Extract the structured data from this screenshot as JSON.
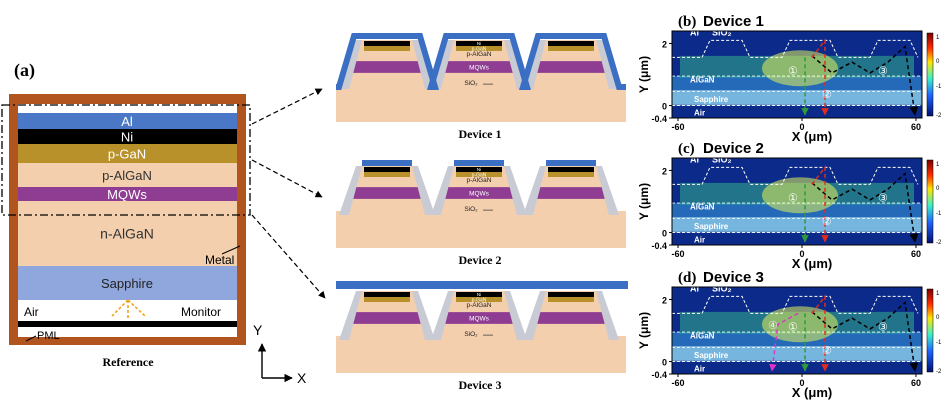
{
  "panel_a": {
    "tag": "(a)",
    "layers": [
      {
        "label": "Al",
        "color": "#4a78c6",
        "text_color": "#ffffff"
      },
      {
        "label": "Ni",
        "color": "#000000",
        "text_color": "#ffffff"
      },
      {
        "label": "p-GaN",
        "color": "#b8912b",
        "text_color": "#ffffff"
      },
      {
        "label": "p-AlGaN",
        "color": "#f3cfae",
        "text_color": "#333333"
      },
      {
        "label": "MQWs",
        "color": "#8e3d92",
        "text_color": "#ffffff"
      },
      {
        "label": "n-AlGaN",
        "color": "#f3cfae",
        "text_color": "#333333"
      },
      {
        "label": "Sapphire",
        "color": "#8fa7dc",
        "text_color": "#222222"
      }
    ],
    "metal_label": "Metal",
    "air_label": "Air",
    "monitor_label": "Monitor",
    "pml_label": "PML",
    "caption": "Reference",
    "axis_y": "Y",
    "axis_x": "X"
  },
  "devices": [
    {
      "caption": "Device 1",
      "al": "Al",
      "ni": "Ni",
      "pgan": "p-GaN",
      "palgan": "p-AlGaN",
      "mqws": "MQWs",
      "sio2": "SiO₂"
    },
    {
      "caption": "Device 2",
      "al": "Al",
      "ni": "Ni",
      "pgan": "p-GaN",
      "palgan": "p-AlGaN",
      "mqws": "MQWs",
      "sio2": "SiO₂"
    },
    {
      "caption": "Device 3",
      "al": "Al",
      "ni": "Ni",
      "pgan": "p-GaN",
      "palgan": "p-AlGaN",
      "mqws": "MQWs",
      "sio2": "SiO₂"
    }
  ],
  "field_maps": [
    {
      "tag": "(b)",
      "title": "Device 1",
      "mark_4": ""
    },
    {
      "tag": "(c)",
      "title": "Device 2",
      "mark_4": ""
    },
    {
      "tag": "(d)",
      "title": "Device 3",
      "mark_4": "④"
    }
  ],
  "field_common": {
    "ylabel": "Y (μm)",
    "xlabel": "X (μm)",
    "xticks": [
      "-60",
      "0",
      "60"
    ],
    "yticks": [
      "2",
      "0",
      "-0.4"
    ],
    "colorbar_ticks": [
      "1",
      "0",
      "-1",
      "-2"
    ],
    "al": "Al",
    "sio2": "SiO₂",
    "algan": "AlGaN",
    "sapphire": "Sapphire",
    "air": "Air",
    "mark_1": "①",
    "mark_2": "②",
    "mark_3": "③"
  },
  "colors": {
    "layer_substrate": "#f3cfae",
    "sio2": "#c9cbd4",
    "metal": "#b2541e",
    "al": "#3b6fc4",
    "field_bg": "#0b2a8a"
  }
}
